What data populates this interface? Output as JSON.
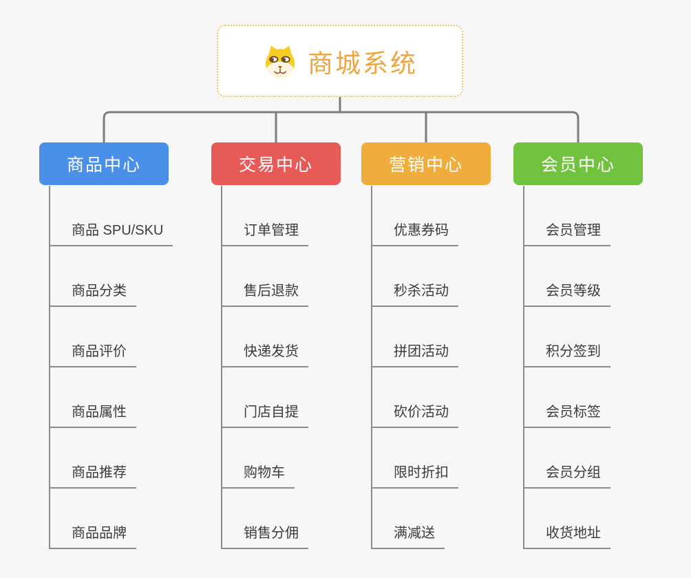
{
  "root": {
    "title": "商城系统",
    "icon": "dog-face-icon"
  },
  "branches": [
    {
      "label": "商品中心",
      "color": "#4b90e8",
      "children": [
        "商品 SPU/SKU",
        "商品分类",
        "商品评价",
        "商品属性",
        "商品推荐",
        "商品品牌"
      ]
    },
    {
      "label": "交易中心",
      "color": "#e65b58",
      "children": [
        "订单管理",
        "售后退款",
        "快递发货",
        "门店自提",
        "购物车",
        "销售分佣"
      ]
    },
    {
      "label": "营销中心",
      "color": "#eead3c",
      "children": [
        "优惠券码",
        "秒杀活动",
        "拼团活动",
        "砍价活动",
        "限时折扣",
        "满减送"
      ]
    },
    {
      "label": "会员中心",
      "color": "#71c23e",
      "children": [
        "会员管理",
        "会员等级",
        "积分签到",
        "会员标签",
        "会员分组",
        "收货地址"
      ]
    }
  ],
  "colors": {
    "background": "#f7f7f7",
    "connector": "#7d7d7d",
    "leaf_line": "#8b8b8b",
    "leaf_text": "#3b3b3b",
    "branch_text": "#ffffff",
    "root_text": "#f0a53e",
    "root_border": "#f2c05e",
    "root_background": "#ffffff"
  }
}
